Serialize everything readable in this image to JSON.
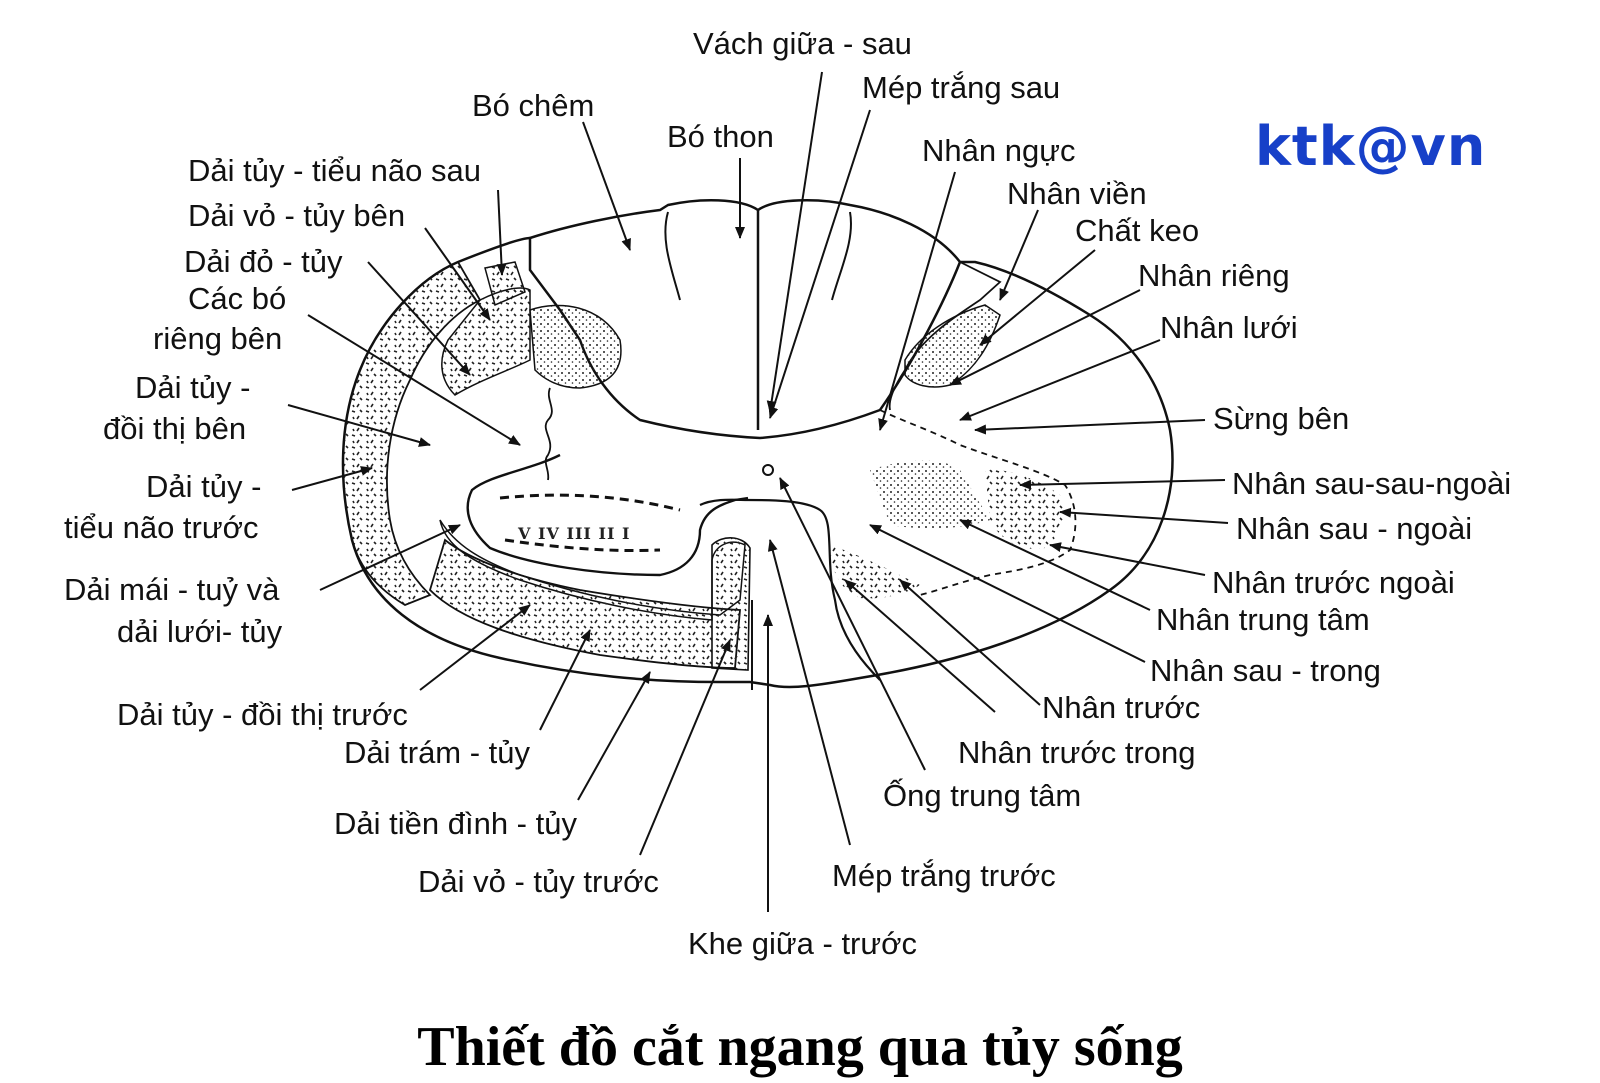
{
  "diagram": {
    "watermark": "ktk@vn",
    "caption": "Thiết đồ cắt ngang qua tủy sống",
    "lamina_numerals": "V  IV  III  II  I",
    "labels": {
      "vach_giua_sau": "Vách giữa - sau",
      "mep_trang_sau": "Mép trắng sau",
      "bo_chem": "Bó chêm",
      "bo_thon": "Bó thon",
      "nhan_nguc": "Nhân ngực",
      "nhan_vien": "Nhân viền",
      "chat_keo": "Chất keo",
      "nhan_rieng": "Nhân riêng",
      "nhan_luoi": "Nhân lưới",
      "sung_ben": "Sừng bên",
      "nhan_sau_sau_ngoai": "Nhân sau-sau-ngoài",
      "nhan_sau_ngoai": "Nhân sau - ngoài",
      "nhan_truoc_ngoai": "Nhân trước ngoài",
      "nhan_trung_tam": "Nhân trung tâm",
      "nhan_sau_trong": "Nhân sau - trong",
      "nhan_truoc": "Nhân trước",
      "nhan_truoc_trong": "Nhân trước trong",
      "ong_trung_tam": "Ống trung tâm",
      "mep_trang_truoc": "Mép trắng trước",
      "khe_giua_truoc": "Khe giữa - trước",
      "dai_vo_tuy_truoc": "Dải vỏ - tủy trước",
      "dai_tien_dinh_tuy": "Dải tiền đình - tủy",
      "dai_tram_tuy": "Dải trám - tủy",
      "dai_tuy_doi_thi_truoc": "Dải tủy - đồi thị trước",
      "dai_mai_tuy_1": "Dải mái - tuỷ và",
      "dai_mai_tuy_2": "dải lưới-  tủy",
      "dai_tuy_tieu_nao_truoc_1": "Dải tủy -",
      "dai_tuy_tieu_nao_truoc_2": "tiểu não trước",
      "dai_tuy_doi_thi_ben_1": "Dải tủy -",
      "dai_tuy_doi_thi_ben_2": "đồi thị bên",
      "cac_bo_rieng_ben_1": "Các bó",
      "cac_bo_rieng_ben_2": "riêng bên",
      "dai_do_tuy": "Dải đỏ - tủy",
      "dai_vo_tuy_ben": "Dải vỏ - tủy bên",
      "dai_tuy_tieu_nao_sau": "Dải tủy - tiểu não sau"
    }
  }
}
